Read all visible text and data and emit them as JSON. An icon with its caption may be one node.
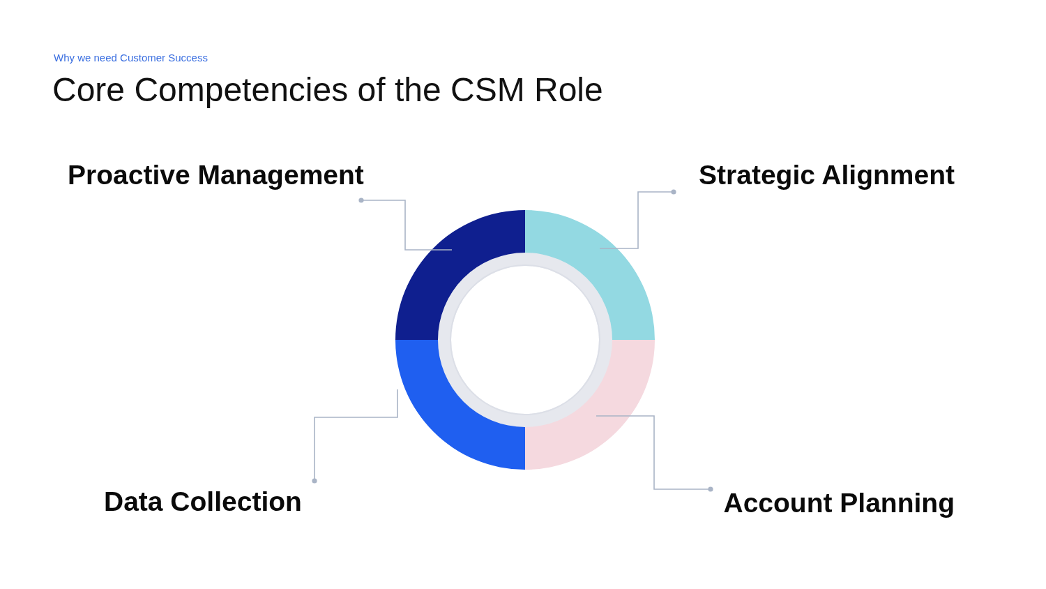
{
  "diagram": {
    "title": "Core Competencies of the CSM Role",
    "nodes": [
      {
        "text": [
          "Proactive Management"
        ]
      },
      {
        "text": [
          "Strategic Alignment"
        ]
      },
      {
        "text": [],
        "shape": "arc"
      },
      {
        "text": [],
        "shape": "arc"
      },
      {
        "text": [],
        "shape": "arc"
      },
      {
        "text": [],
        "shape": "arc"
      },
      {
        "text": [
          "Data Collection"
        ]
      },
      {
        "text": [
          "Account Planning"
        ]
      }
    ],
    "edges": [
      {
        "from": 0,
        "to": 2,
        "arrow": "other"
      },
      {
        "from": 1,
        "to": 3,
        "arrow": "other"
      },
      {
        "from": 6,
        "to": 4,
        "arrow": "other"
      },
      {
        "from": 7,
        "to": 5,
        "arrow": "other"
      }
    ],
    "labels": [
      "Why we need Customer Success"
    ]
  }
}
